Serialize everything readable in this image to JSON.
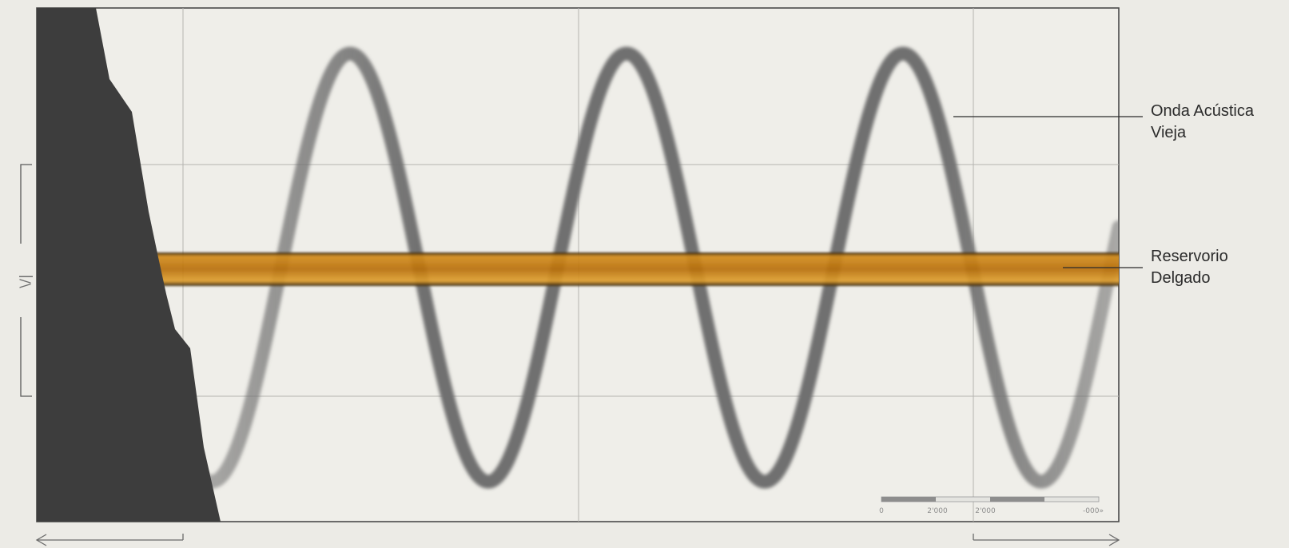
{
  "labels": {
    "wave": {
      "line1": "Onda Acústica",
      "line2": "Vieja"
    },
    "reservoir": {
      "line1": "Reservorio",
      "line2": "Delgado"
    },
    "side_marker": "\\/|"
  },
  "scale_bar": {
    "ticks": [
      "0",
      "2'000",
      "2'000",
      "-000»"
    ]
  },
  "colors": {
    "background": "#ecebe6",
    "panel": "#efeee9",
    "formation": "#3d3d3d",
    "wave": "#6f6f6f",
    "reservoir": "#c58015",
    "reservoir_edge": "#2a1a06"
  },
  "wave": {
    "cycles_visible": 3.5
  }
}
